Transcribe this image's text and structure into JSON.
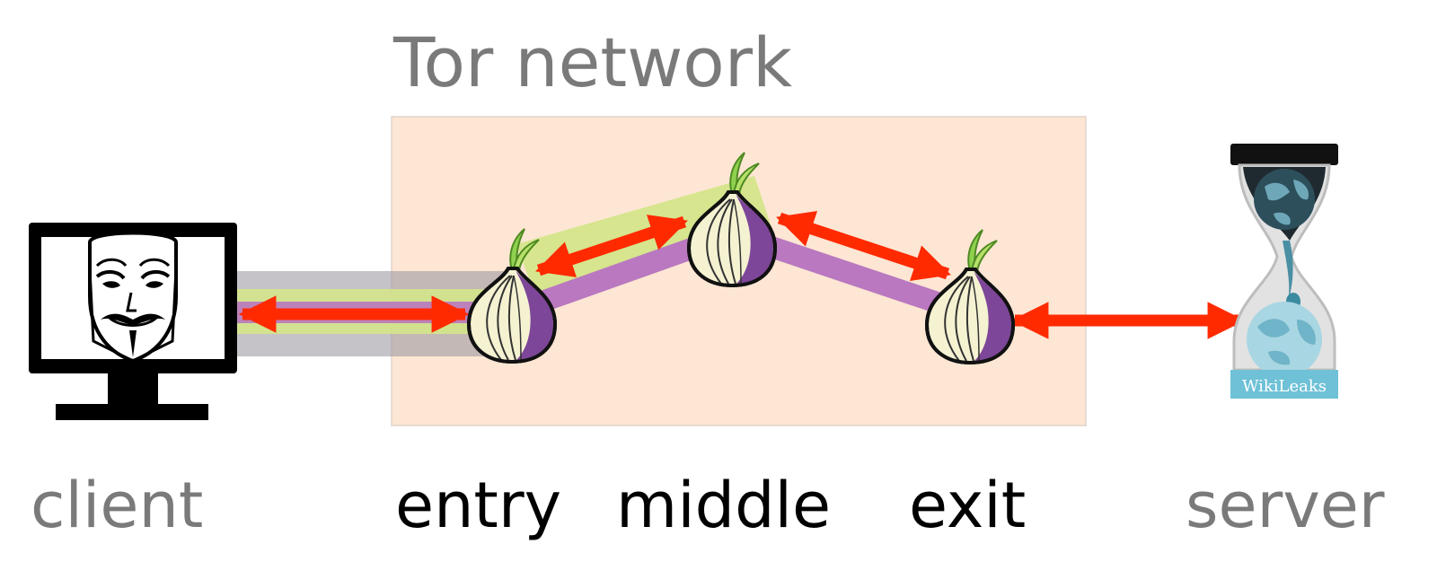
{
  "title": "Tor network",
  "labels": {
    "client": "client",
    "entry": "entry",
    "middle": "middle",
    "exit": "exit",
    "server": "server"
  },
  "server_logo_text": "WikiLeaks",
  "colors": {
    "network_box": "#fde6d3",
    "arrow": "#ff2a00",
    "purple_path": "#b978c0",
    "green_band": "#d4e58a",
    "gray_band": "#9e9aa3",
    "label_gray": "#7a7a7a",
    "label_black": "#000000"
  },
  "icons": {
    "client": "monitor-with-guy-fawkes-mask-icon",
    "relay": "tor-onion-icon",
    "server": "wikileaks-hourglass-icon"
  }
}
